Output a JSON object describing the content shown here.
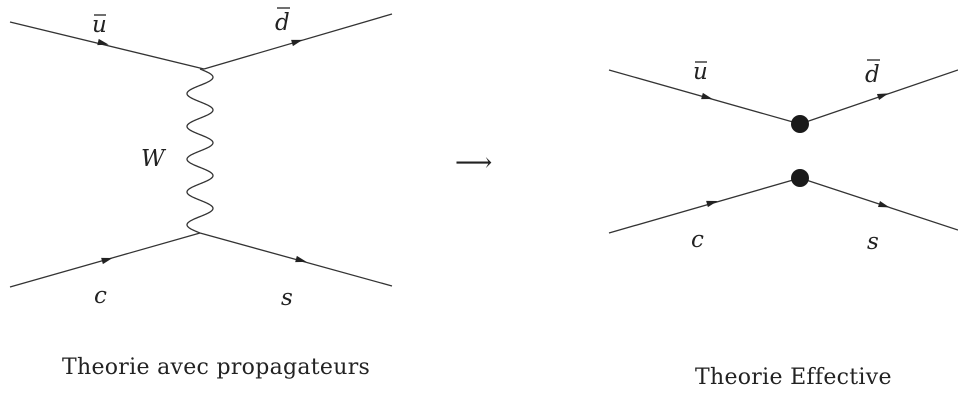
{
  "left_diagram": {
    "labels": {
      "u_bar": "u",
      "d_bar": "d",
      "boson": "W",
      "charm": "c",
      "strange": "s"
    },
    "caption": "Theorie avec propagateurs"
  },
  "transition_arrow": "⟶",
  "right_diagram": {
    "labels": {
      "u_bar": "u",
      "d_bar": "d",
      "charm": "c",
      "strange": "s"
    },
    "caption": "Theorie Effective"
  },
  "colors": {
    "line": "#333333",
    "text": "#222222",
    "vertex": "#1a1a1a"
  }
}
